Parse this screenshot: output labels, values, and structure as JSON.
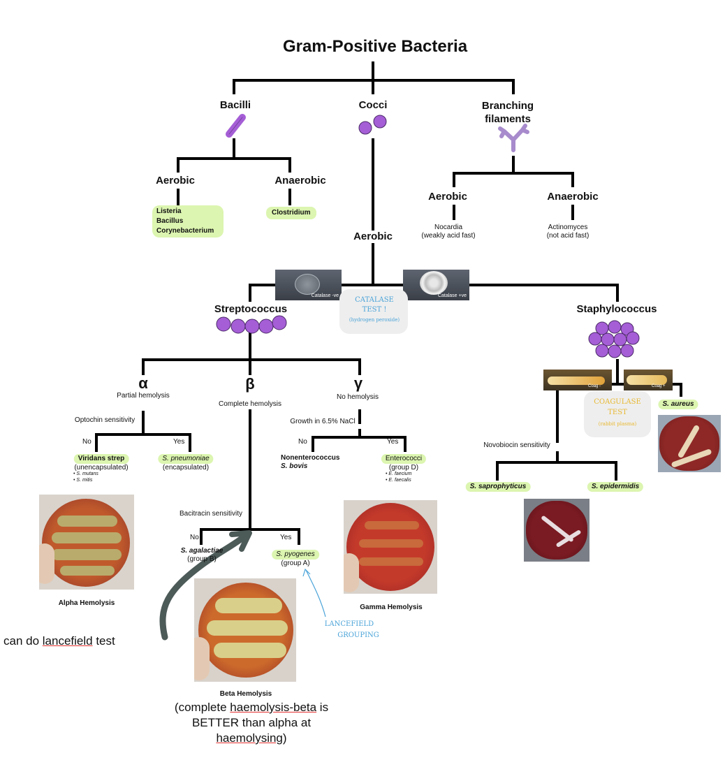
{
  "title": "Gram-Positive Bacteria",
  "top": {
    "bacilli": "Bacilli",
    "cocci": "Cocci",
    "branching": [
      "Branching",
      "filaments"
    ]
  },
  "bacilli": {
    "aerobic": "Aerobic",
    "anaerobic": "Anaerobic",
    "aerobic_list": [
      "Listeria",
      "Bacillus",
      "Corynebacterium"
    ],
    "anaerobic_list": [
      "Clostridium"
    ]
  },
  "branching": {
    "aerobic": "Aerobic",
    "anaerobic": "Anaerobic",
    "nocardia": [
      "Nocardia",
      "(weakly acid fast)"
    ],
    "actinomyces": [
      "Actinomyces",
      "(not acid fast)"
    ]
  },
  "cocci": {
    "aerobic": "Aerobic",
    "catalase_left_label": "Catalase -ve",
    "catalase_right_label": "Catalase +ve",
    "catalase_note": [
      "CATALASE",
      "TEST !",
      "(hydrogen peroxide)"
    ],
    "streptococcus": "Streptococcus",
    "staphylococcus": "Staphylococcus"
  },
  "strep": {
    "alpha": {
      "symbol": "α",
      "label": "Partial hemolysis",
      "test": "Optochin sensitivity",
      "no": "No",
      "yes": "Yes",
      "no_name": "Viridans strep",
      "no_sub": "(unencapsulated)",
      "no_examples": [
        "S. mutans",
        "S. mitis"
      ],
      "yes_name": "S. pneumoniae",
      "yes_sub": "(encapsulated)",
      "plate_caption": "Alpha Hemolysis"
    },
    "beta": {
      "symbol": "β",
      "label": "Complete hemolysis",
      "test": "Bacitracin sensitivity",
      "no": "No",
      "yes": "Yes",
      "no_name": "S. agalactiae",
      "no_sub": "(group B)",
      "yes_name": "S. pyogenes",
      "yes_sub": "(group A)",
      "plate_caption": "Beta Hemolysis",
      "note": [
        "(complete ",
        "haemolysis-beta",
        " is",
        "BETTER than alpha at",
        "haemolysing",
        ")"
      ]
    },
    "gamma": {
      "symbol": "γ",
      "label": "No hemolysis",
      "test": "Growth in 6.5% NaCl",
      "no": "No",
      "yes": "Yes",
      "no_name": "Nonenterococcus",
      "no_sub": "S. bovis",
      "yes_name": "Enterococci",
      "yes_sub": "(group D)",
      "yes_examples": [
        "E. faecium",
        "E. faecalis"
      ],
      "plate_caption": "Gamma Hemolysis"
    }
  },
  "staph": {
    "coag_left_label": "Coag -",
    "coag_right_label": "Coag +",
    "coag_note": [
      "COAGULASE",
      "TEST",
      "(rabbit plasma)"
    ],
    "aureus": "S. aureus",
    "test": "Novobiocin sensitivity",
    "saprophyticus": "S. saprophyticus",
    "epidermidis": "S. epidermidis"
  },
  "annotations": {
    "lancefield_prefix": "can do ",
    "lancefield_word": "lancefield",
    "lancefield_suffix": " test",
    "lancefield_grouping": [
      "LANCEFIELD",
      "GROUPING"
    ]
  },
  "colors": {
    "line": "#000000",
    "cocci": "#a55ed6",
    "highlight": "#dcf5b0",
    "note_bg": "#eeeeee",
    "handwriting_blue": "#4aa3d8",
    "handwriting_yellow": "#e8b830",
    "arrow": "#4c5a58",
    "agar": "#c9302b"
  }
}
